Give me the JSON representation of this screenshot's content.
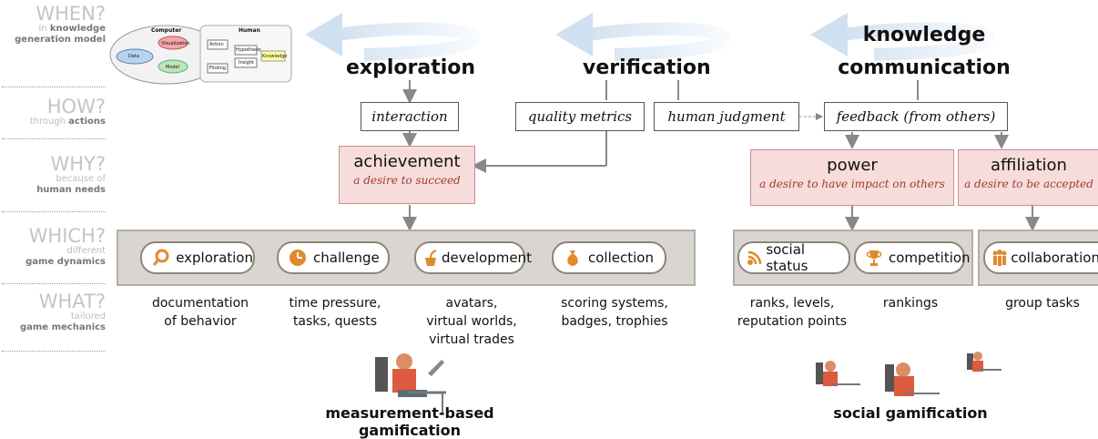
{
  "left_column": [
    {
      "big": "WHEN?",
      "small_prefix": "in ",
      "small_bold": "knowledge",
      "small2": "generation model"
    },
    {
      "big": "HOW?",
      "small_prefix": "through ",
      "small_bold": "actions",
      "small2": ""
    },
    {
      "big": "WHY?",
      "small_prefix": "because of",
      "small_bold": "human needs",
      "small2": ""
    },
    {
      "big": "WHICH?",
      "small_prefix": "different",
      "small_bold": "game dynamics",
      "small2": ""
    },
    {
      "big": "WHAT?",
      "small_prefix": "tailored",
      "small_bold": "game mechanics",
      "small2": ""
    }
  ],
  "model": {
    "computer": "Computer",
    "human": "Human",
    "data": "Data",
    "visualization": "Visualization",
    "model": "Model",
    "action": "Action",
    "finding": "Finding",
    "hypothesis": "Hypothesis",
    "insight": "Insight",
    "knowledge": "Knowledge"
  },
  "phases": {
    "exploration": "exploration",
    "verification": "verification",
    "knowledge_line1": "knowledge",
    "knowledge_line2": "communication"
  },
  "actions": {
    "interaction": "interaction",
    "quality_metrics": "quality metrics",
    "human_judgment": "human judgment",
    "feedback": "feedback (from others)"
  },
  "needs": {
    "achievement": {
      "title": "achievement",
      "sub": "a desire to succeed"
    },
    "power": {
      "title": "power",
      "sub": "a desire to have impact on others"
    },
    "affiliation": {
      "title": "affiliation",
      "sub": "a desire to be accepted"
    }
  },
  "dynamics": {
    "exploration": "exploration",
    "challenge": "challenge",
    "development": "development",
    "collection": "collection",
    "social_status": "social status",
    "competition": "competition",
    "collaboration": "collaboration"
  },
  "mechanics": {
    "documentation": [
      "documentation",
      "of behavior"
    ],
    "time": [
      "time pressure,",
      "tasks, quests"
    ],
    "avatars": [
      "avatars,",
      "virtual worlds,",
      "virtual trades"
    ],
    "scoring": [
      "scoring systems,",
      "badges, trophies"
    ],
    "ranks": [
      "ranks, levels,",
      "reputation points"
    ],
    "rankings": [
      "rankings"
    ],
    "group": [
      "group tasks"
    ]
  },
  "footers": {
    "measurement": "measurement-based gamification",
    "social": "social gamification"
  },
  "colors": {
    "arrow_blue": "#cfe0f0",
    "need_fill": "#f6dcda",
    "need_text": "#a03b35",
    "band_fill": "#d9d6d1",
    "icon_orange": "#e08a2e"
  }
}
